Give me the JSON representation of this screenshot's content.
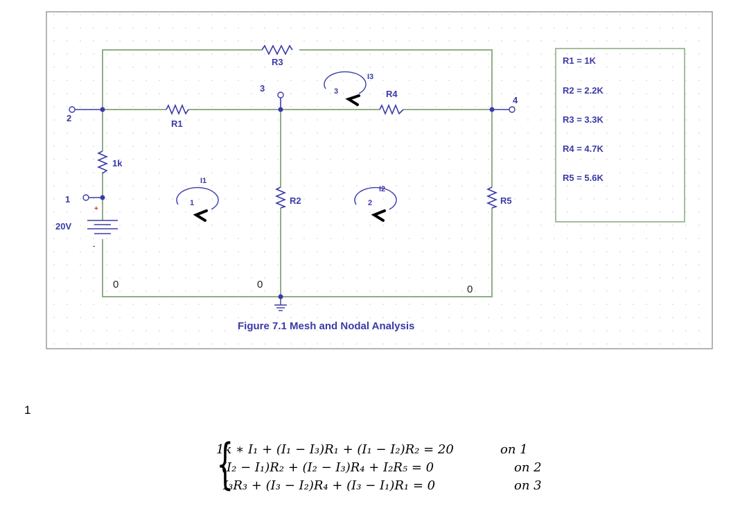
{
  "figure": {
    "caption": "Figure 7.1 Mesh and Nodal Analysis",
    "source_label": "20V",
    "source_plus": "+",
    "source_minus": "-",
    "resistor_labels": {
      "r_series": "1k",
      "r1": "R1",
      "r2": "R2",
      "r3": "R3",
      "r4": "R4",
      "r5": "R5"
    },
    "nodes": {
      "n1": "1",
      "n2": "2",
      "n3": "3",
      "n4": "4"
    },
    "ground_labels": [
      "0",
      "0",
      "0"
    ],
    "meshes": [
      {
        "number": "1",
        "current": "I1"
      },
      {
        "number": "2",
        "current": "I2"
      },
      {
        "number": "3",
        "current": "I3"
      }
    ],
    "legend": [
      "R1 = 1K",
      "R2 = 2.2K",
      "R3 = 3.3K",
      "R4 = 4.7K",
      "R5 = 5.6K"
    ],
    "colors": {
      "wire": "#8fae86",
      "component": "#3a3aa8",
      "grid_dot": "#d6d6d6"
    }
  },
  "page_number": "1",
  "equations": [
    {
      "eq": "1k ∗ I₁ + (I₁ − I₃)R₁ + (I₁ − I₂)R₂ = 20",
      "note": "on 1"
    },
    {
      "eq": "(I₂ − I₁)R₂ + (I₂ − I₃)R₄ + I₂R₅ = 0",
      "note": "on 2"
    },
    {
      "eq": "I₃R₃ + (I₃ − I₂)R₄ + (I₃ − I₁)R₁ = 0",
      "note": "on 3"
    }
  ]
}
